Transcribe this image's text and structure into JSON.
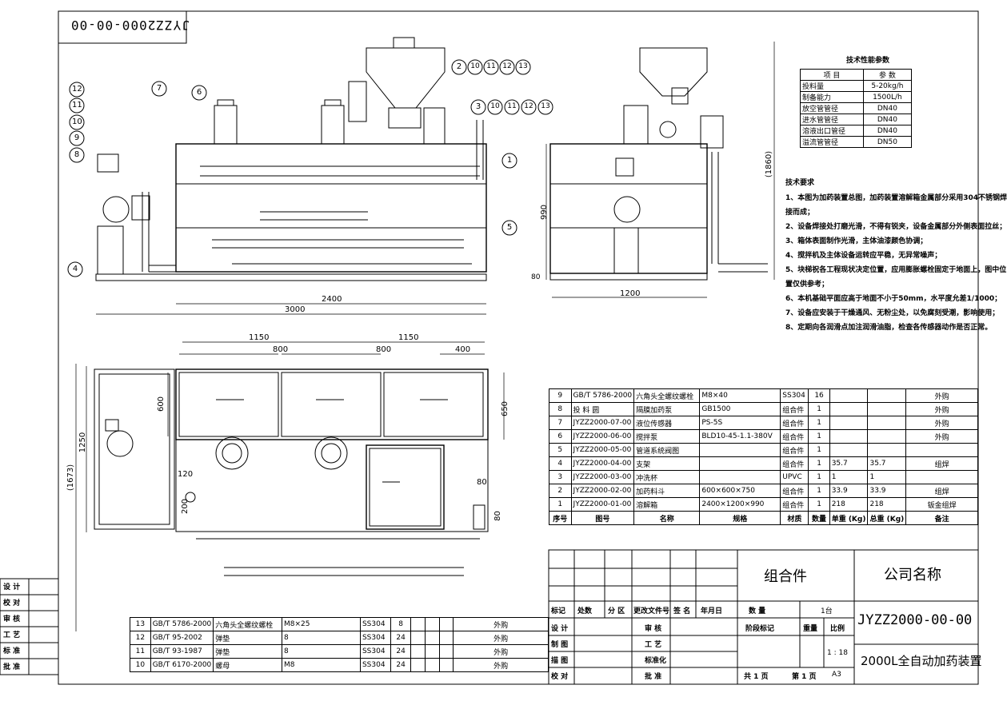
{
  "drawing": {
    "code_rotated": "JYZZ2000-00-00",
    "front_dims": {
      "d2400": "2400",
      "d3000": "3000",
      "d990": "990",
      "d80": "80",
      "d1860": "(1860)"
    },
    "side_dims": {
      "d1200": "1200"
    },
    "plan_dims": {
      "d1150a": "1150",
      "d1150b": "1150",
      "d800a": "800",
      "d800b": "800",
      "d400": "400",
      "d600": "600",
      "d650": "650",
      "d1250": "1250",
      "d1673": "(1673)",
      "d120": "120",
      "d200": "200",
      "d80a": "80",
      "d80b": "80"
    },
    "balloons": [
      "12",
      "11",
      "10",
      "9",
      "8",
      "7",
      "6",
      "4",
      "5",
      "1",
      "2",
      "10",
      "11",
      "12",
      "13",
      "3",
      "10",
      "11",
      "12",
      "13"
    ]
  },
  "tech_params": {
    "title": "技术性能参数",
    "header": [
      "项  目",
      "参  数"
    ],
    "rows": [
      [
        "投料量",
        "5-20kg/h"
      ],
      [
        "制备能力",
        "1500L/h"
      ],
      [
        "放空管管径",
        "DN40"
      ],
      [
        "进水管管径",
        "DN40"
      ],
      [
        "溶液出口管径",
        "DN40"
      ],
      [
        "溢流管管径",
        "DN50"
      ]
    ]
  },
  "requirements": {
    "title": "技术要求",
    "lines": [
      "1、本图为加药装置总图，加药装置溶解箱金属部分采用304不锈钢焊",
      "接而成；",
      "2、设备焊接处打磨光滑，不得有锐夹，设备金属部分外侧表面拉丝；",
      "3、箱体表面制作光滑，主体油漆颜色协调；",
      "4、搅拌机及主体设备运转应平稳，无异常噪声；",
      "5、块梯祝各工程现状决定位置，应用膨胀螺栓固定于地面上，图中位",
      "置仅供参考；",
      "6、本机基础平面应高于地面不小于50mm，水平度允差1/1000；",
      "7、设备应安装于干燥通风、无粉尘处，以免腐刻受潮，影响使用；",
      "8、定期向各润滑点加注润滑油脂，检查各传感器动作是否正常。"
    ]
  },
  "bom": {
    "rows": [
      [
        "9",
        "GB/T 5786-2000",
        "六角头全螺纹螺栓",
        "M8×40",
        "SS304",
        "16",
        "",
        "",
        "外购"
      ],
      [
        "8",
        "投 料 圆",
        "隔膜加药泵",
        "GB1500",
        "组合件",
        "1",
        "",
        "",
        "外购"
      ],
      [
        "7",
        "JYZZ2000-07-00",
        "液位传感器",
        "PS-5S",
        "组合件",
        "1",
        "",
        "",
        "外购"
      ],
      [
        "6",
        "JYZZ2000-06-00",
        "搅拌泵",
        "BLD10-45-1.1-380V",
        "组合件",
        "1",
        "",
        "",
        "外购"
      ],
      [
        "5",
        "JYZZ2000-05-00",
        "管道系统阀图",
        "",
        "组合件",
        "1",
        "",
        "",
        ""
      ],
      [
        "4",
        "JYZZ2000-04-00",
        "支架",
        "",
        "组合件",
        "1",
        "35.7",
        "35.7",
        "组焊"
      ],
      [
        "3",
        "JYZZ2000-03-00",
        "冲洗杯",
        "",
        "UPVC",
        "1",
        "1",
        "1",
        ""
      ],
      [
        "2",
        "JYZZ2000-02-00",
        "加药料斗",
        "600×600×750",
        "组合件",
        "1",
        "33.9",
        "33.9",
        "组焊"
      ],
      [
        "1",
        "JYZZ2000-01-00",
        "溶解箱",
        "2400×1200×990",
        "组合件",
        "1",
        "218",
        "218",
        "钣金组焊"
      ]
    ],
    "header": [
      "序号",
      "图号",
      "名称",
      "规格",
      "材质",
      "数量",
      "单重 (Kg)",
      "总重 (Kg)",
      "备注"
    ]
  },
  "bottom_bom": {
    "rows": [
      [
        "13",
        "GB/T 5786-2000",
        "六角头全螺纹螺栓",
        "M8×25",
        "SS304",
        "8",
        "外购"
      ],
      [
        "12",
        "GB/T 95-2002",
        "弹垫",
        "8",
        "SS304",
        "24",
        "外购"
      ],
      [
        "11",
        "GB/T 93-1987",
        "弹垫",
        "8",
        "SS304",
        "24",
        "外购"
      ],
      [
        "10",
        "GB/T 6170-2000",
        "螺母",
        "M8",
        "SS304",
        "24",
        "外购"
      ]
    ]
  },
  "title_block": {
    "assembly": "组合件",
    "company": "公司名称",
    "code": "JYZZ2000-00-00",
    "name": "2000L全自动加药装置",
    "rev_header": [
      "标记",
      "处数",
      "分 区",
      "更改文件号",
      "签 名",
      "年月日"
    ],
    "roles_left": [
      "设 计",
      "制 图",
      "描 图",
      "校 对"
    ],
    "roles_mid": [
      "审 核",
      "工 艺",
      "标准化",
      "批 准"
    ],
    "qty_label": "数  量",
    "qty_value": "1台",
    "stage_label": "阶段标记",
    "weight_label": "重量",
    "scale_label": "比例",
    "scale_value": "1 : 18",
    "sheet_total": "共 1 页",
    "sheet_no": "第 1 页",
    "format": "A3"
  },
  "left_block": [
    "设 计",
    "校 对",
    "审 核",
    "工 艺",
    "标 准",
    "批 准"
  ]
}
